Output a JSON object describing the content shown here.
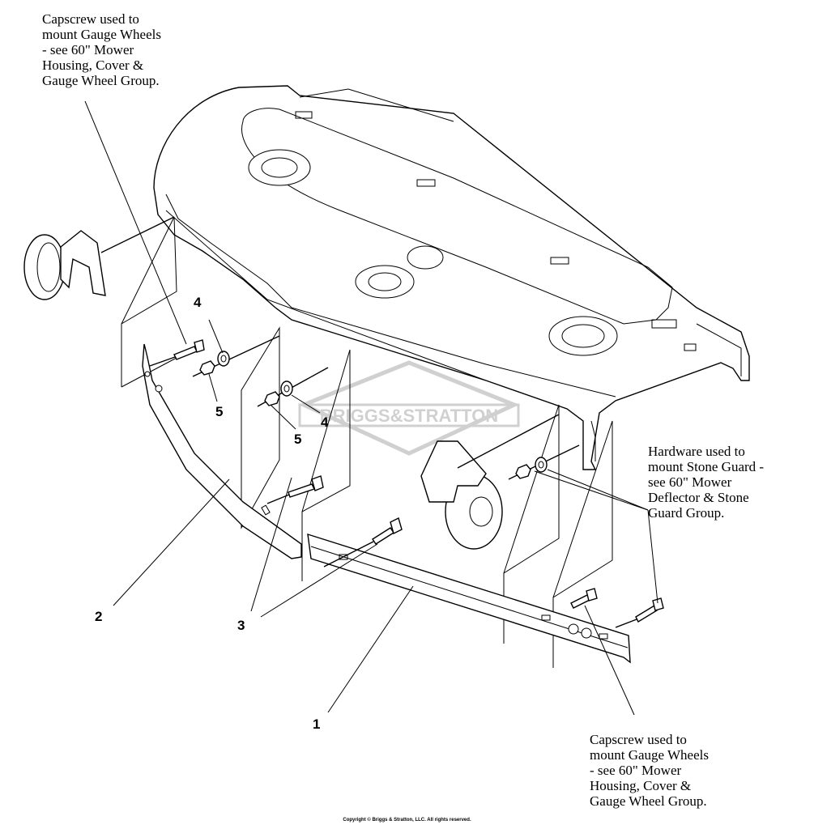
{
  "notes": {
    "top_left": "Capscrew used to\nmount Gauge Wheels\n- see 60\" Mower\nHousing, Cover &\nGauge Wheel Group.",
    "right": "Hardware used to\nmount Stone Guard -\nsee 60\" Mower\nDeflector & Stone\nGuard Group.",
    "bottom_right": "Capscrew used to\nmount Gauge Wheels\n- see 60\" Mower\nHousing, Cover &\nGauge Wheel Group."
  },
  "callouts": {
    "c1": "1",
    "c2": "2",
    "c3": "3",
    "c4a": "4",
    "c4b": "4",
    "c5a": "5",
    "c5b": "5"
  },
  "watermark": "BRIGGS&STRATTON",
  "copyright": "Copyright © Briggs & Stratton, LLC. All rights reserved."
}
